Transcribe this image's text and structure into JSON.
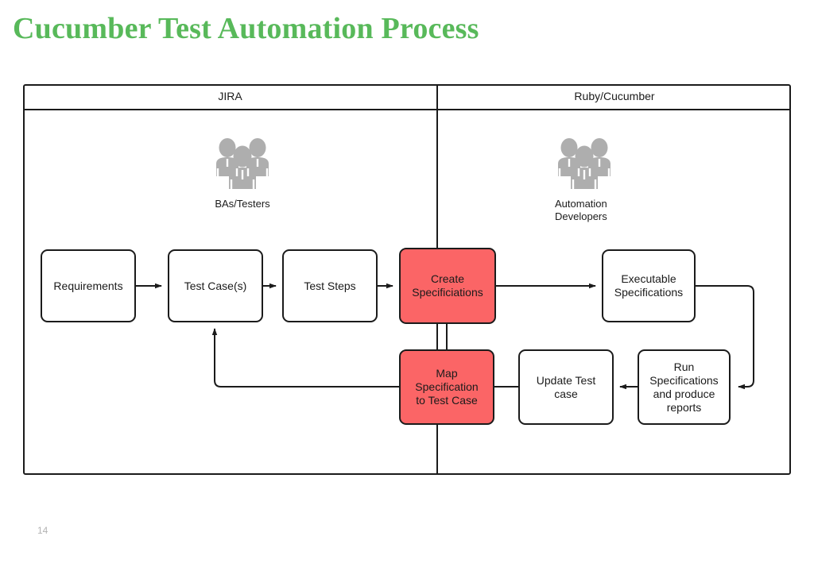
{
  "slide": {
    "title": "Cucumber Test Automation Process",
    "page_number": "14",
    "title_color": "#58b95a",
    "accent_color": "#fb6566",
    "stroke_color": "#1b1b1b"
  },
  "swimlanes": [
    {
      "id": "jira",
      "label": "JIRA"
    },
    {
      "id": "ruby-cucumber",
      "label": "Ruby/Cucumber"
    }
  ],
  "actors": [
    {
      "id": "bas-testers",
      "label": "BAs/Testers",
      "icon": "people-group-icon"
    },
    {
      "id": "automation-developers",
      "label": "Automation\nDevelopers",
      "icon": "people-group-icon"
    }
  ],
  "nodes": [
    {
      "id": "requirements",
      "label": "Requirements",
      "lane": "jira",
      "accent": false
    },
    {
      "id": "test-cases",
      "label": "Test Case(s)",
      "lane": "jira",
      "accent": false
    },
    {
      "id": "test-steps",
      "label": "Test Steps",
      "lane": "jira",
      "accent": false
    },
    {
      "id": "create-specs",
      "label": "Create\nSpecificiations",
      "lane": "boundary",
      "accent": true
    },
    {
      "id": "executable-specs",
      "label": "Executable\nSpecifications",
      "lane": "ruby-cucumber",
      "accent": false
    },
    {
      "id": "map-spec",
      "label": "Map\nSpecification\nto Test Case",
      "lane": "boundary",
      "accent": true
    },
    {
      "id": "update-test-case",
      "label": "Update Test\ncase",
      "lane": "ruby-cucumber",
      "accent": false
    },
    {
      "id": "run-specs",
      "label": "Run\nSpecifications\nand produce\nreports",
      "lane": "ruby-cucumber",
      "accent": false
    }
  ],
  "edges": [
    {
      "from": "requirements",
      "to": "test-cases",
      "arrow": true
    },
    {
      "from": "test-cases",
      "to": "test-steps",
      "arrow": true
    },
    {
      "from": "test-steps",
      "to": "create-specs",
      "arrow": true
    },
    {
      "from": "create-specs",
      "to": "executable-specs",
      "arrow": true
    },
    {
      "from": "create-specs",
      "to": "map-spec",
      "arrow": false
    },
    {
      "from": "executable-specs",
      "to": "run-specs",
      "arrow": true
    },
    {
      "from": "run-specs",
      "to": "update-test-case",
      "arrow": true
    },
    {
      "from": "update-test-case",
      "to": "map-spec",
      "arrow": false
    },
    {
      "from": "map-spec",
      "to": "test-cases",
      "arrow": true
    }
  ]
}
